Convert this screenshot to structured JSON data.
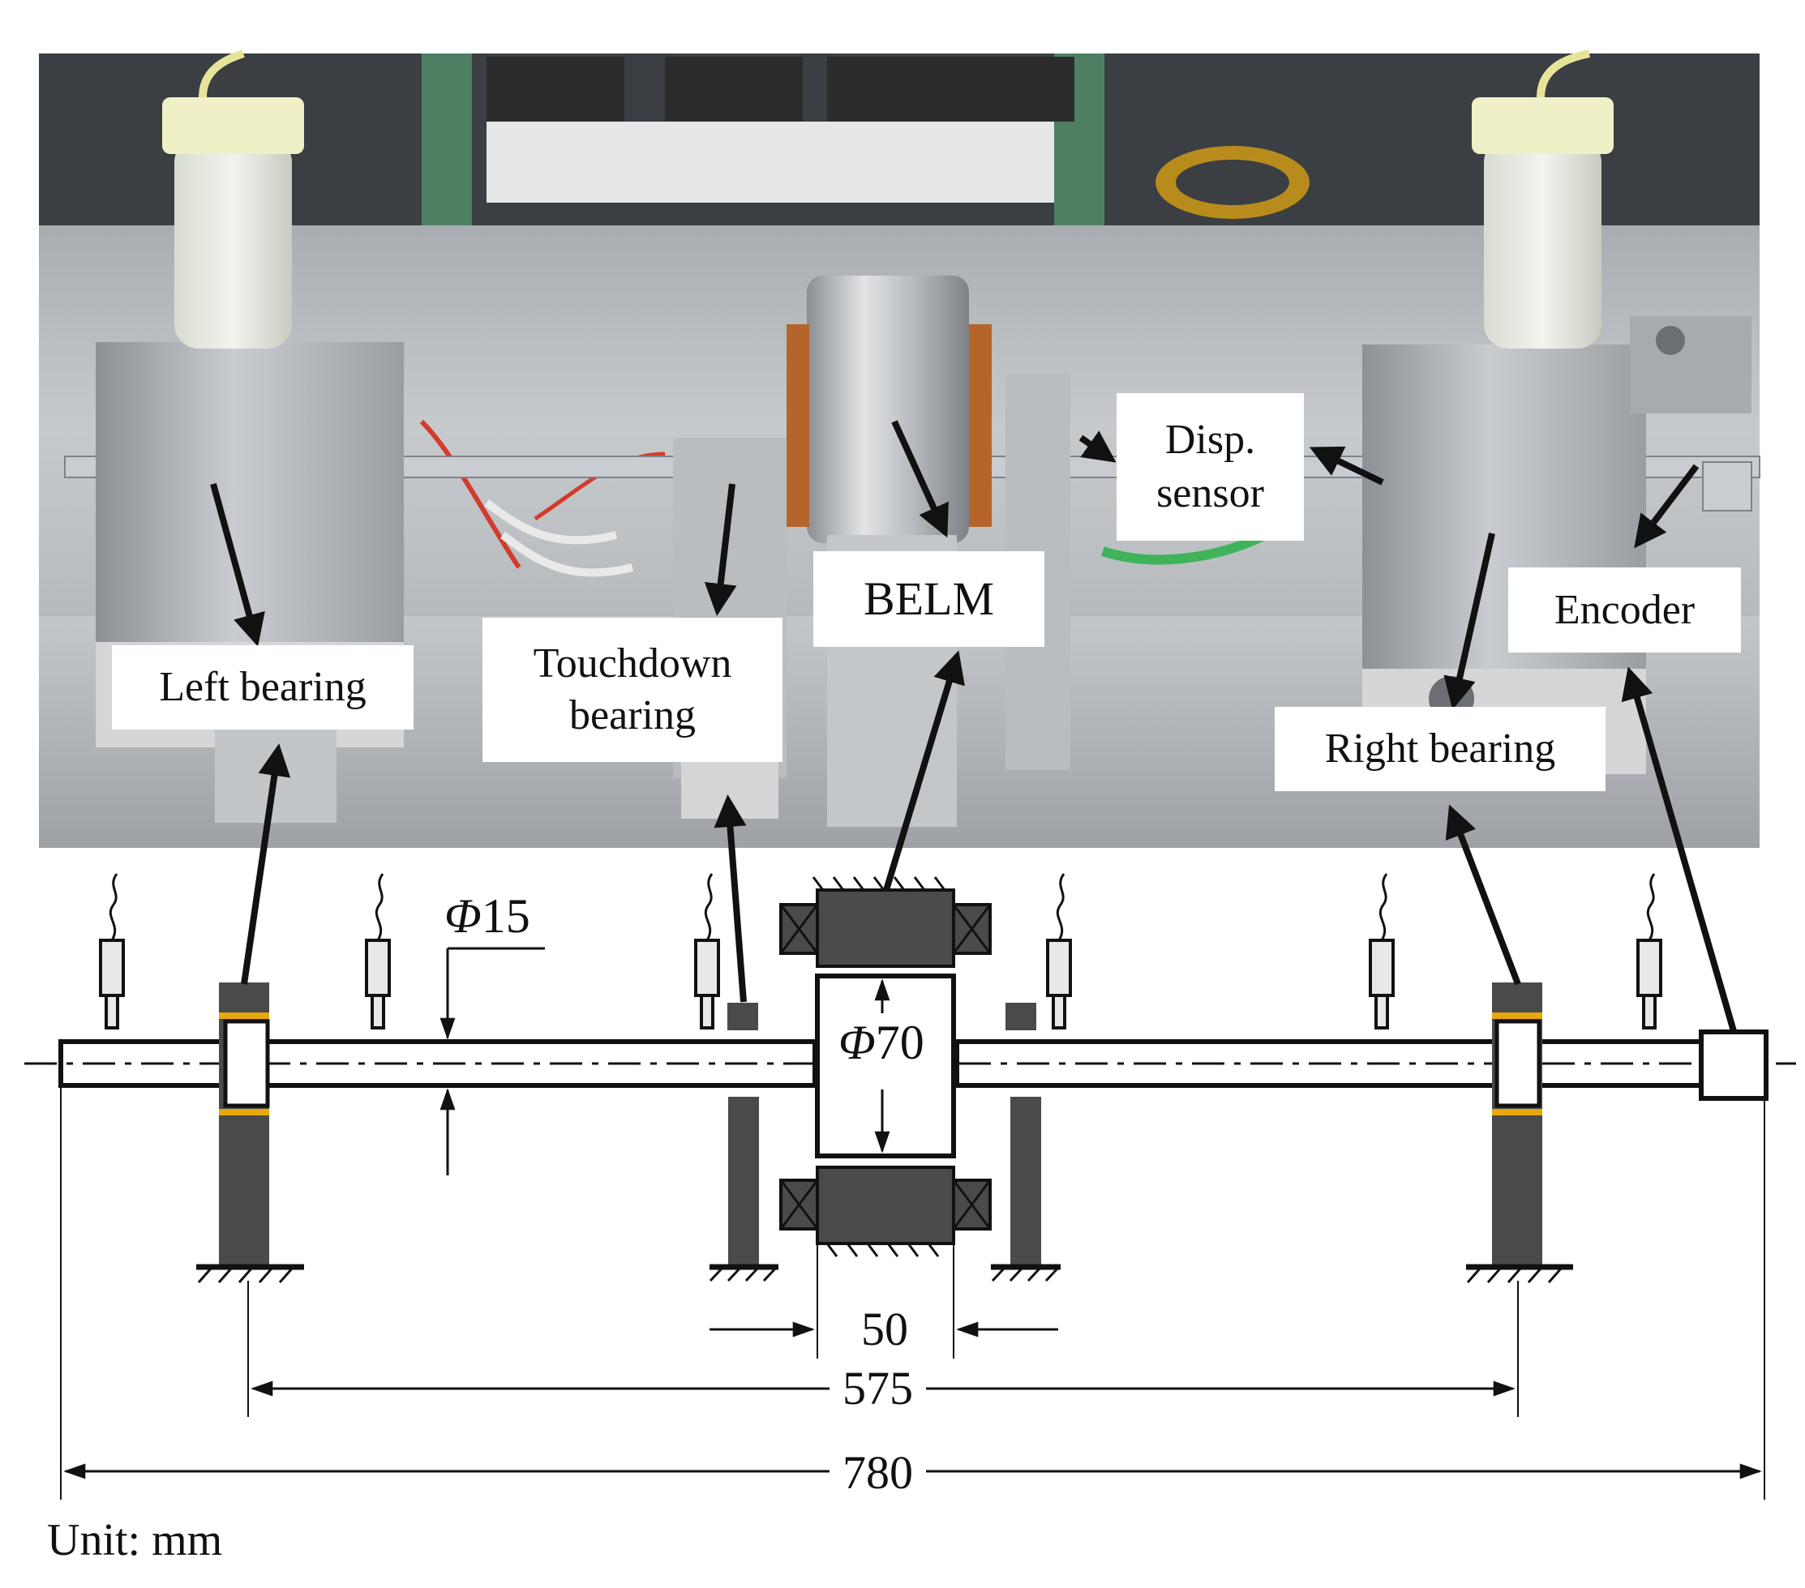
{
  "labels": {
    "left_bearing": "Left bearing",
    "touchdown_bearing_line1": "Touchdown",
    "touchdown_bearing_line2": "bearing",
    "belm": "BELM",
    "disp_sensor_line1": "Disp.",
    "disp_sensor_line2": "sensor",
    "encoder": "Encoder",
    "right_bearing": "Right bearing"
  },
  "dimensions": {
    "shaft_diameter_symbol": "Φ",
    "shaft_diameter_value": "15",
    "rotor_diameter_symbol": "Φ",
    "rotor_diameter_value": "70",
    "rotor_length": "50",
    "bearing_span": "575",
    "total_length": "780",
    "unit_note": "Unit: mm"
  },
  "colors": {
    "ink": "#111111",
    "dark_part": "#4a4a4a",
    "bearing_accent": "#e8a80c",
    "photo_frame": "#8e9296",
    "photo_backdrop": "#3b3e42"
  }
}
